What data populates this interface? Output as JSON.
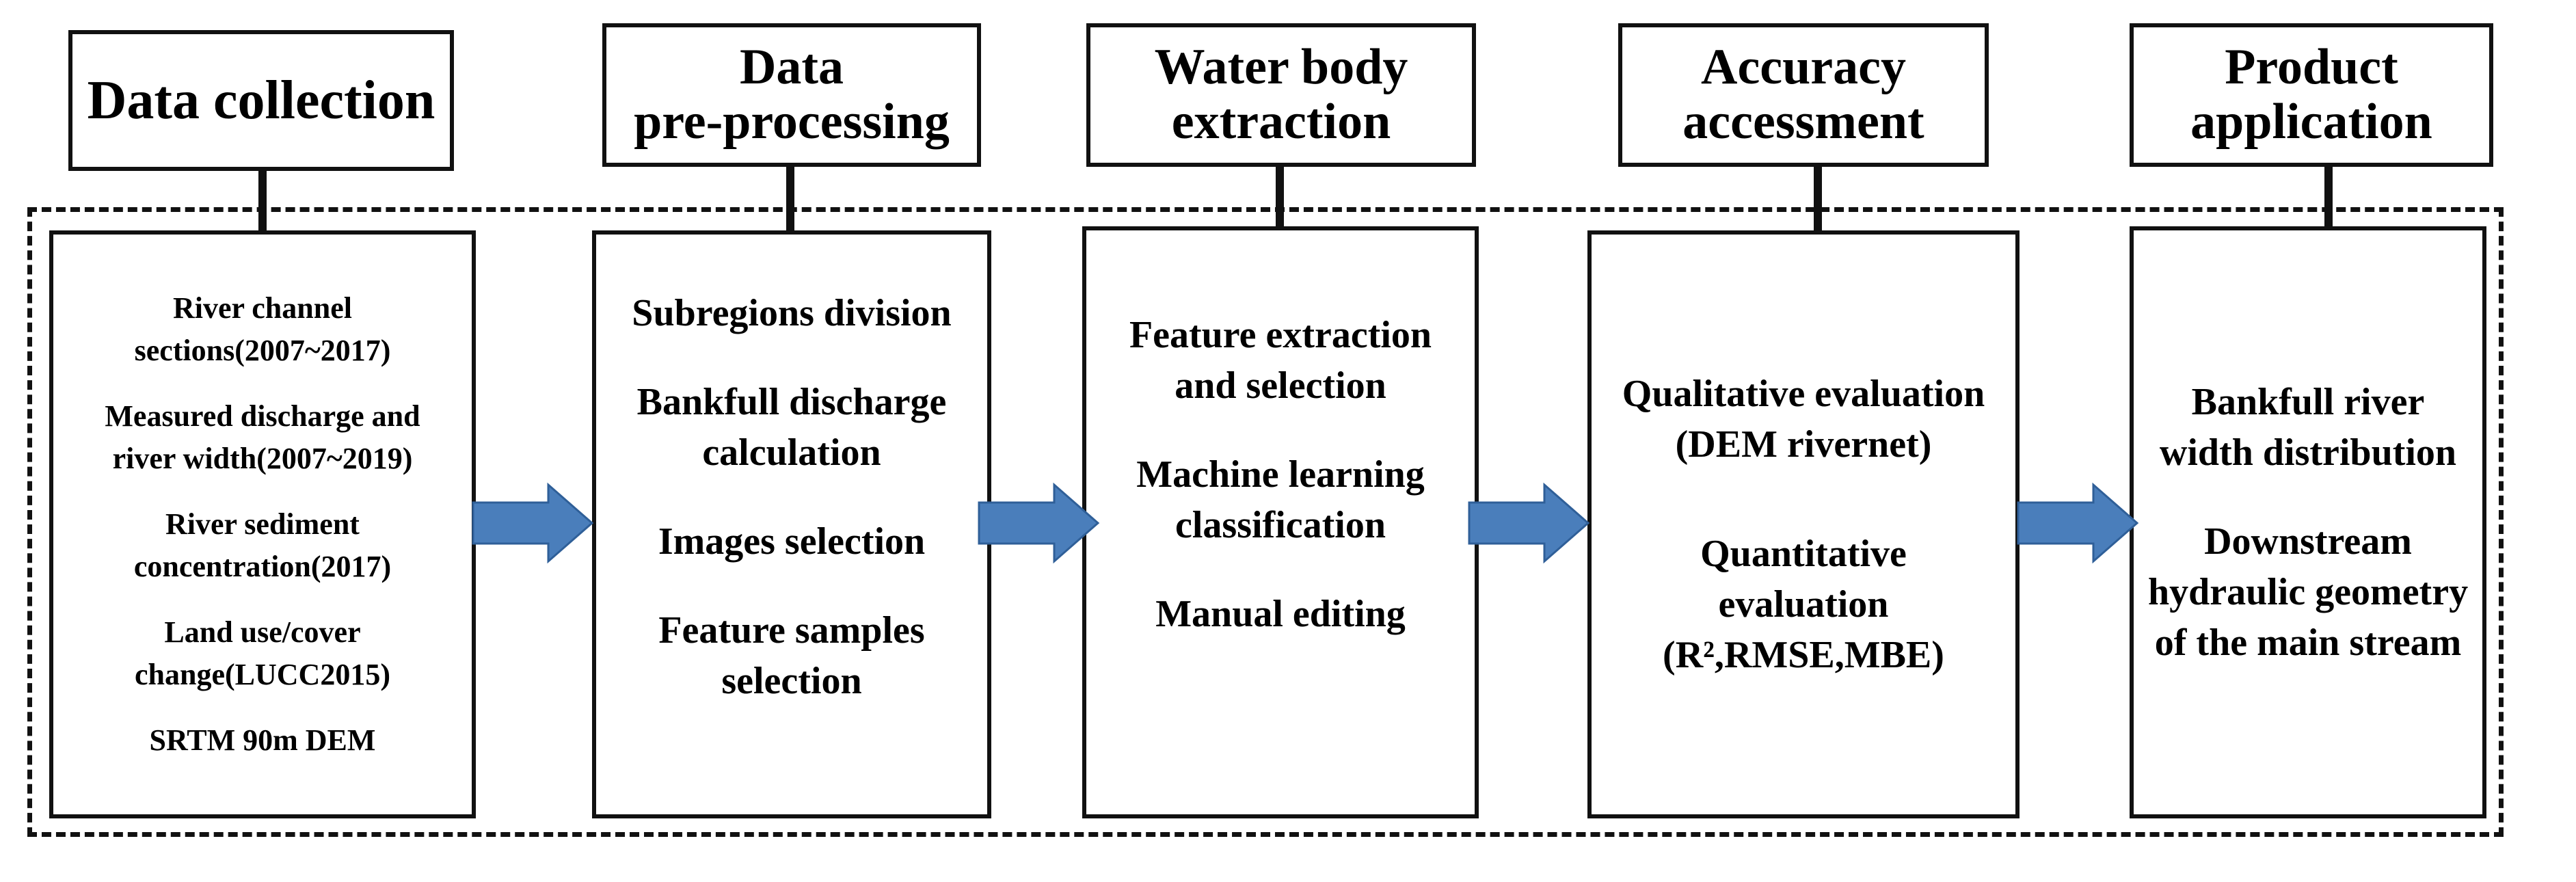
{
  "stages": [
    {
      "title": "Data collection",
      "items": [
        "River channel\nsections(2007~2017)",
        "Measured discharge and\nriver width(2007~2019)",
        "River sediment\nconcentration(2017)",
        "Land use/cover\nchange(LUCC2015)",
        "SRTM 90m DEM"
      ]
    },
    {
      "title": "Data\npre-processing",
      "items": [
        "Subregions division",
        "Bankfull discharge\ncalculation",
        "Images selection",
        "Feature samples\nselection"
      ]
    },
    {
      "title": "Water body\nextraction",
      "items": [
        "Feature extraction\nand selection",
        "Machine learning\nclassification",
        "Manual editing"
      ]
    },
    {
      "title": "Accuracy\naccessment",
      "items": [
        "Qualitative evaluation\n(DEM rivernet)",
        "Quantitative\nevaluation\n(R²,RMSE,MBE)"
      ]
    },
    {
      "title": "Product\napplication",
      "items": [
        "Bankfull river\nwidth distribution",
        "Downstream\nhydraulic geometry\nof the main stream"
      ]
    }
  ],
  "colors": {
    "arrow_fill": "#4a7ebb",
    "arrow_stroke": "#2f5f98",
    "line": "#111111"
  },
  "icons": {
    "flow_arrow": "right-arrow-icon"
  }
}
